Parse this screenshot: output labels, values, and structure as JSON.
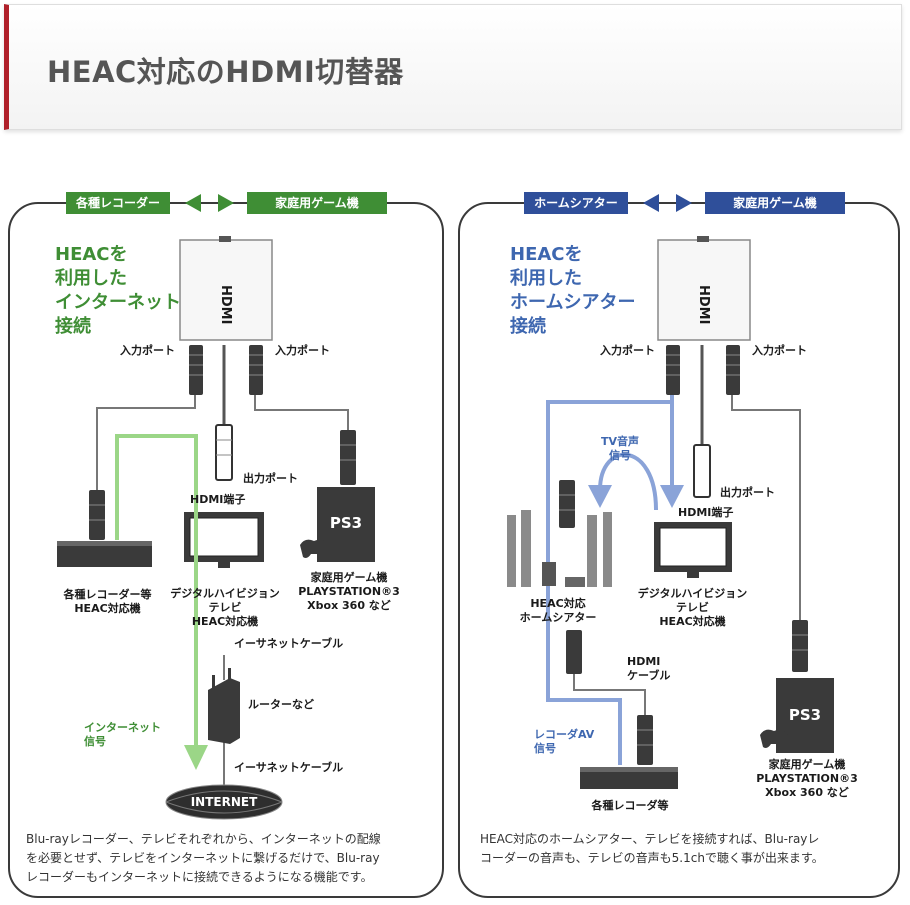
{
  "header": {
    "title": "HEAC対応のHDMI切替器"
  },
  "left": {
    "tab_left": "各種レコーダー",
    "tab_right": "家庭用ゲーム機",
    "heading": [
      "HEACを",
      "利用した",
      "インターネット",
      "接続"
    ],
    "device_label": "HDMI",
    "input_port_left": "入力ポート",
    "input_port_right": "入力ポート",
    "output_port": "出力ポート",
    "hdmi_terminal": "HDMI端子",
    "recorder": [
      "各種レコーダー等",
      "HEAC対応機"
    ],
    "tv": [
      "デジタルハイビジョン",
      "テレビ",
      "HEAC対応機"
    ],
    "game": [
      "家庭用ゲーム機",
      "PLAYSTATION®3",
      "Xbox 360 など"
    ],
    "ps3": "PS3",
    "ethernet_top": "イーサネットケーブル",
    "router": "ルーターなど",
    "internet_signal": [
      "インターネット",
      "信号"
    ],
    "ethernet_bottom": "イーサネットケーブル",
    "internet": "INTERNET",
    "caption": [
      "Blu-rayレコーダー、テレビそれぞれから、インターネットの配線",
      "を必要とせず、テレビをインターネットに繋げるだけで、Blu-ray",
      "レコーダーもインターネットに接続できるようになる機能です。"
    ]
  },
  "right": {
    "tab_left": "ホームシアター",
    "tab_right": "家庭用ゲーム機",
    "heading": [
      "HEACを",
      "利用した",
      "ホームシアター",
      "接続"
    ],
    "device_label": "HDMI",
    "input_port_left": "入力ポート",
    "input_port_right": "入力ポート",
    "output_port": "出力ポート",
    "hdmi_terminal": "HDMI端子",
    "tv_audio": [
      "TV音声",
      "信号"
    ],
    "theater": [
      "HEAC対応",
      "ホームシアター"
    ],
    "tv": [
      "デジタルハイビジョン",
      "テレビ",
      "HEAC対応機"
    ],
    "hdmi_cable": [
      "HDMI",
      "ケーブル"
    ],
    "recorder_av": [
      "レコーダAV",
      "信号"
    ],
    "recorder": "各種レコーダ等",
    "game": [
      "家庭用ゲーム機",
      "PLAYSTATION®3",
      "Xbox 360 など"
    ],
    "ps3": "PS3",
    "caption": [
      "HEAC対応のホームシアター、テレビを接続すれば、Blu-rayレ",
      "コーダーの音声も、テレビの音声も5.1chで聴く事が出来ます。"
    ]
  },
  "colors": {
    "green": "#3f8e35",
    "blue": "#2f4f9a",
    "light_green": "#9bd687",
    "light_blue": "#8aa3d8",
    "accent": "#b0202a"
  }
}
